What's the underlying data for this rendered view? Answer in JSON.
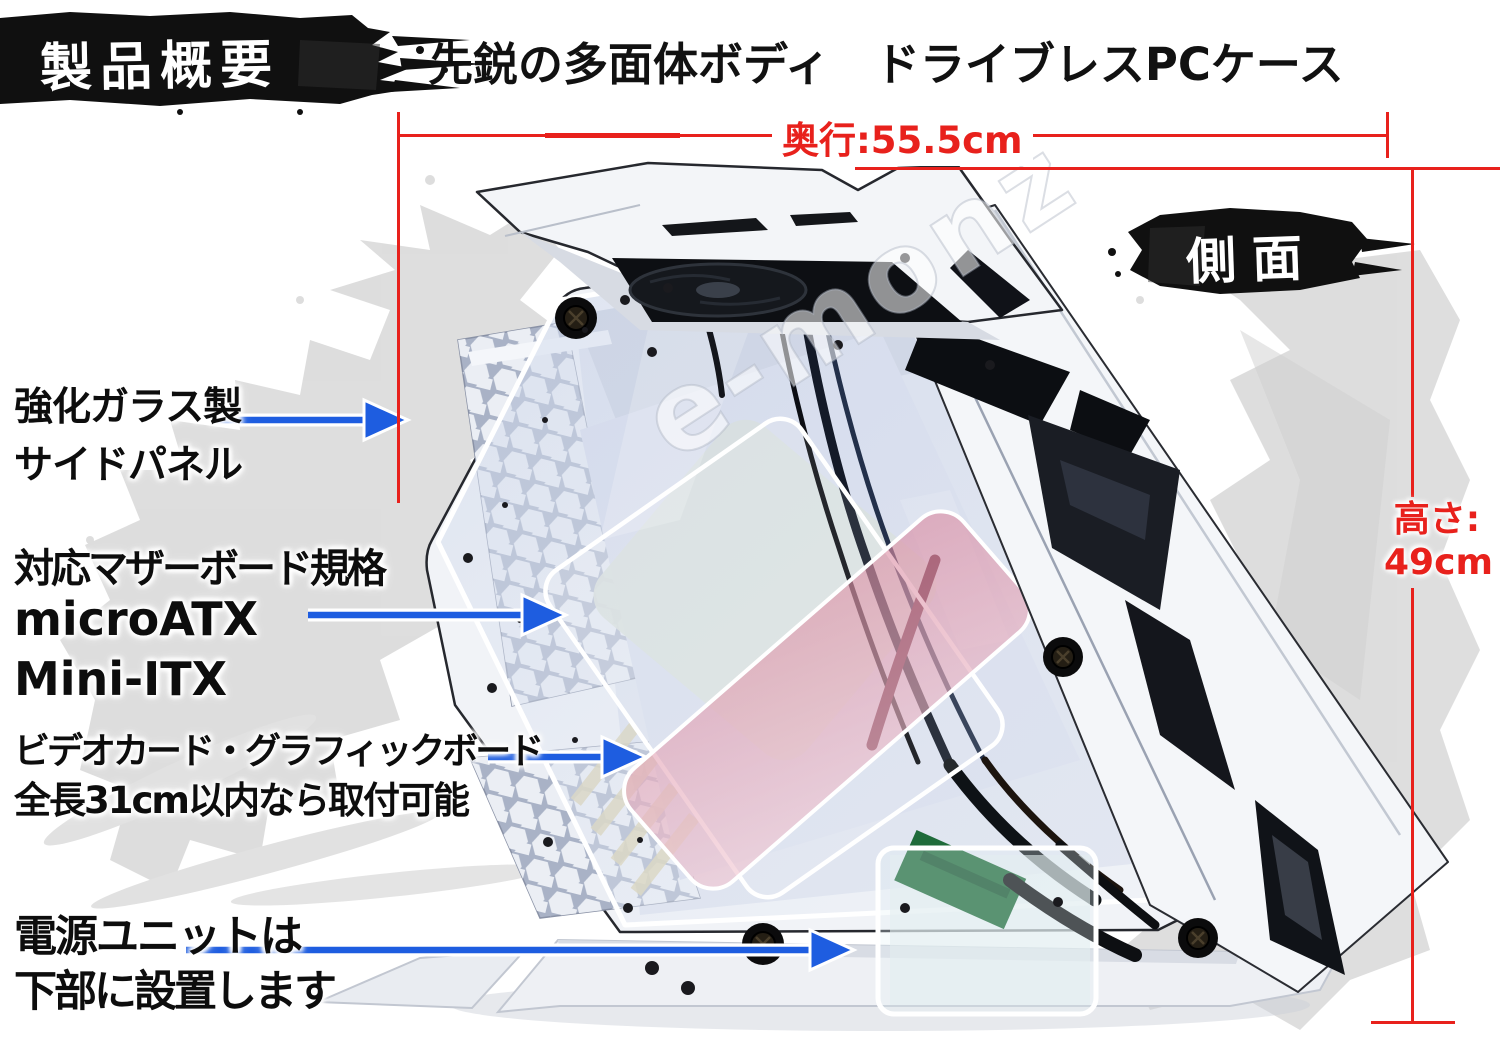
{
  "header": {
    "badge": "製品概要",
    "title": "先鋭の多面体ボディ　ドライブレスPCケース"
  },
  "view_label": "側面",
  "dimensions": {
    "depth": "奥行:55.5cm",
    "height_line1": "高さ:",
    "height_line2": "49cm"
  },
  "annotations": {
    "glass": {
      "line1": "強化ガラス製",
      "line2": "サイドパネル"
    },
    "motherboard": {
      "line1": "対応マザーボード規格",
      "line2": "microATX",
      "line3": "Mini-ITX"
    },
    "gpu": {
      "line1": "ビデオカード・グラフィックボード",
      "line2": "全長31cm以内なら取付可能"
    },
    "psu": {
      "line1": "電源ユニットは",
      "line2": "下部に設置します"
    }
  },
  "watermark": "e-monz",
  "colors": {
    "dimension_red": "#e8211c",
    "arrow_blue": "#1e5de0",
    "brush_black": "#101010",
    "ink_wash_gray": "#d8d8d8",
    "highlight_pink": "#e5a9bb",
    "case_white": "#f2f4f7"
  }
}
